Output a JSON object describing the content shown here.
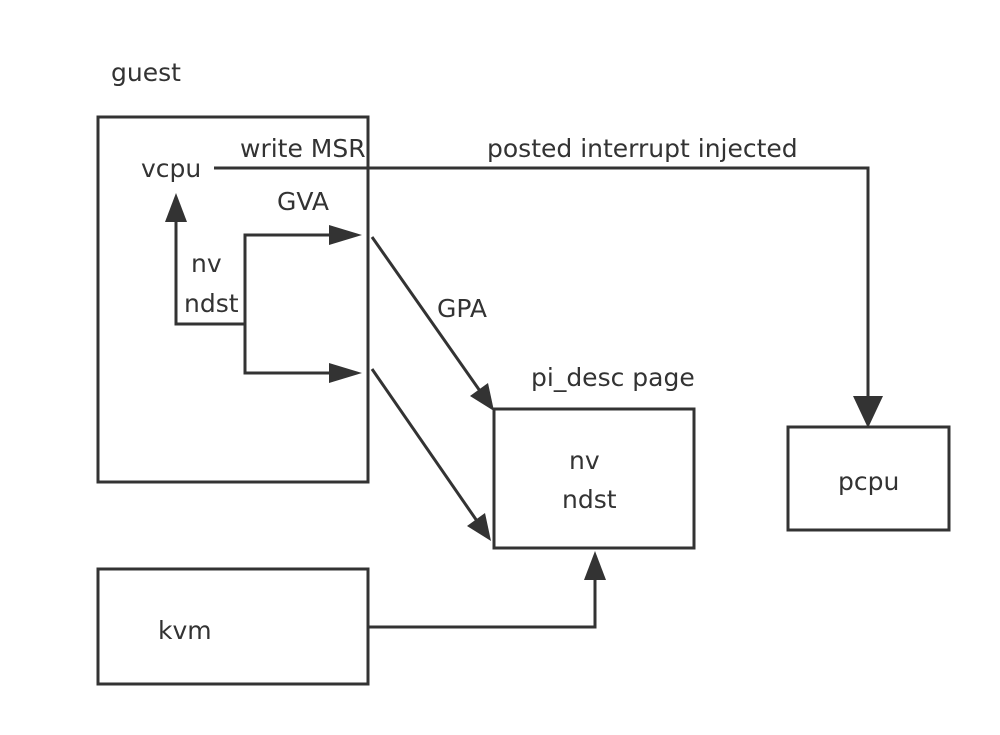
{
  "labels": {
    "guest": "guest",
    "vcpu": "vcpu",
    "write_msr": "write MSR",
    "posted_interrupt": "posted interrupt injected",
    "gva": "GVA",
    "gpa": "GPA",
    "nv_guest": "nv",
    "ndst_guest": "ndst",
    "pi_desc_page": "pi_desc page",
    "nv_desc": "nv",
    "ndst_desc": "ndst",
    "pcpu": "pcpu",
    "kvm": "kvm"
  },
  "colors": {
    "stroke": "#333333",
    "background": "#ffffff"
  }
}
